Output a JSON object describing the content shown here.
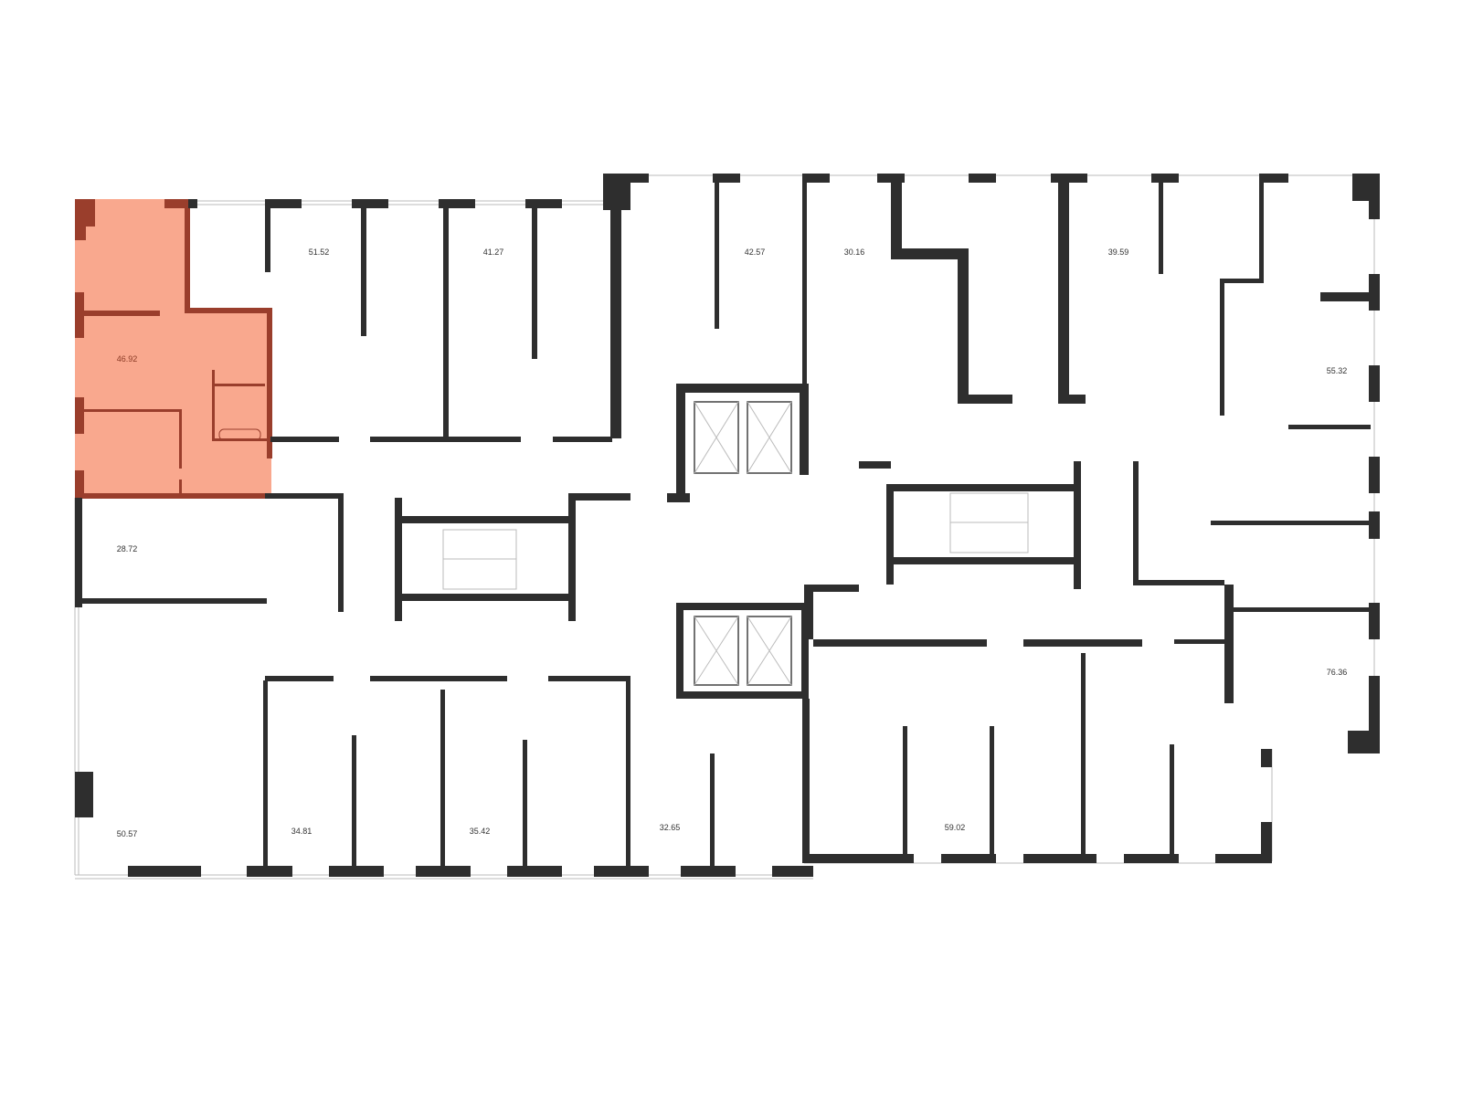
{
  "colors": {
    "wall": "#2e2e2e",
    "highlight_fill": "#f9a88e",
    "highlight_wall": "#9a3e2c"
  },
  "selected_apartment": "46.92",
  "apartments": [
    {
      "id": "apt-46-92",
      "area": "46.92",
      "highlighted": true
    },
    {
      "id": "apt-51-52",
      "area": "51.52"
    },
    {
      "id": "apt-41-27",
      "area": "41.27"
    },
    {
      "id": "apt-42-57",
      "area": "42.57"
    },
    {
      "id": "apt-30-16",
      "area": "30.16"
    },
    {
      "id": "apt-39-59",
      "area": "39.59"
    },
    {
      "id": "apt-55-32",
      "area": "55.32"
    },
    {
      "id": "apt-28-72",
      "area": "28.72"
    },
    {
      "id": "apt-76-36",
      "area": "76.36"
    },
    {
      "id": "apt-50-57",
      "area": "50.57"
    },
    {
      "id": "apt-34-81",
      "area": "34.81"
    },
    {
      "id": "apt-35-42",
      "area": "35.42"
    },
    {
      "id": "apt-32-65",
      "area": "32.65"
    },
    {
      "id": "apt-59-02",
      "area": "59.02"
    }
  ]
}
